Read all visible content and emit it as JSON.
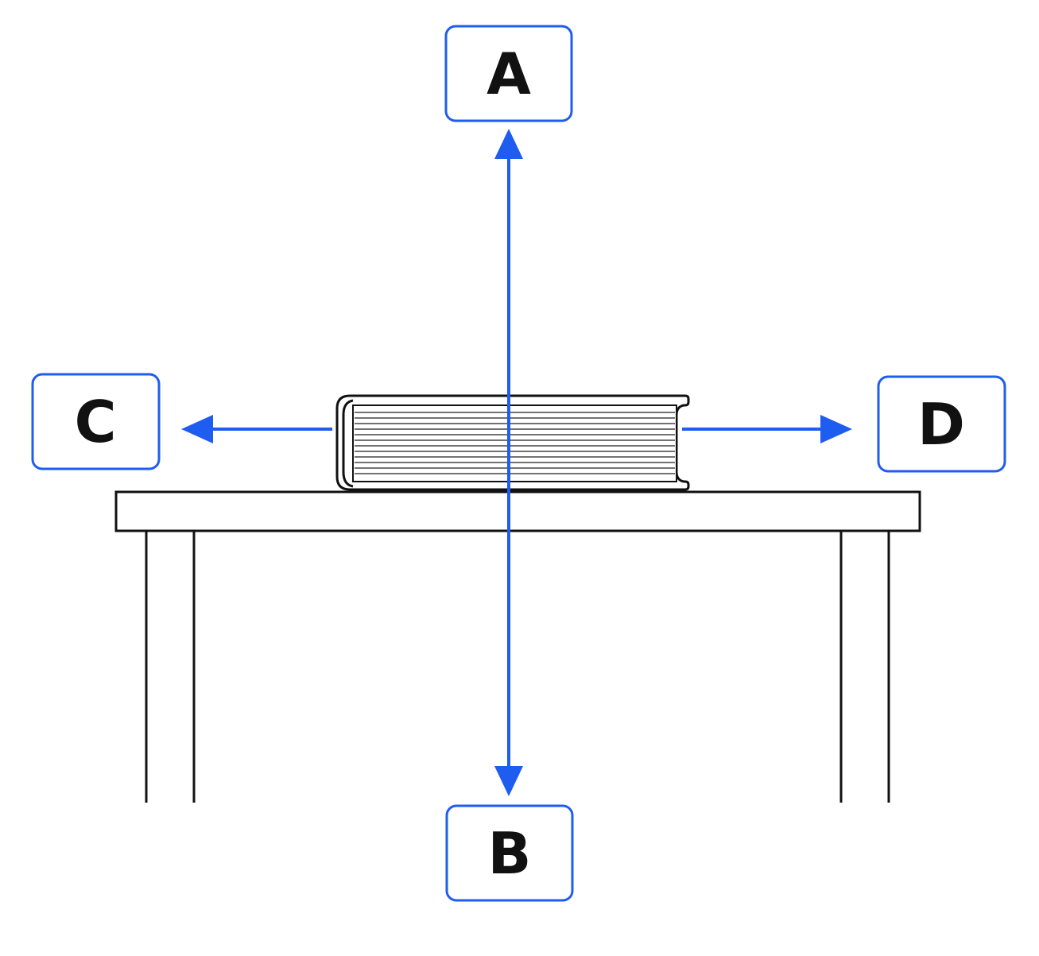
{
  "labels": {
    "a": "A",
    "b": "B",
    "c": "C",
    "d": "D"
  },
  "colors": {
    "accent": "#1f5cf0",
    "ink": "#111111",
    "background": "#ffffff"
  }
}
